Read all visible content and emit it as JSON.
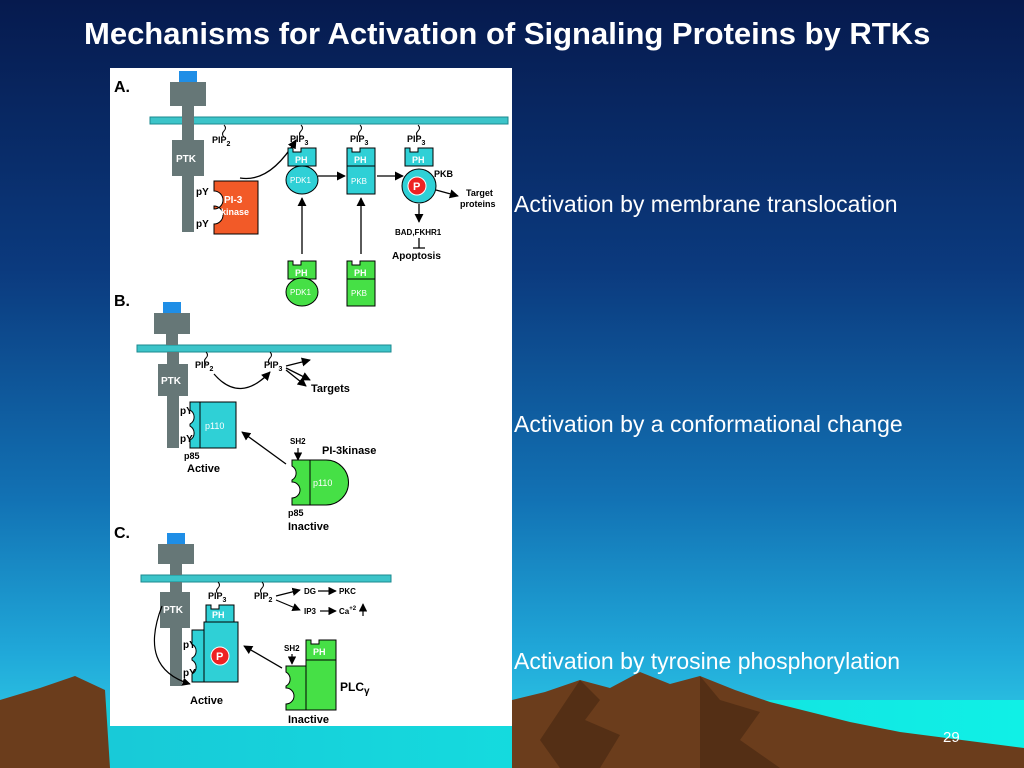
{
  "slide": {
    "title": "Mechanisms for Activation of Signaling Proteins by RTKs",
    "page_number": "29"
  },
  "captions": {
    "a": "Activation by membrane translocation",
    "b": "Activation by a conformational change",
    "c": "Activation by tyrosine phosphorylation"
  },
  "colors": {
    "background_top": "#061a4e",
    "background_mid": "#0f5a9a",
    "background_low": "#1aa7d8",
    "membrane": "#3cc4c9",
    "receptor": "#667777",
    "ligand": "#1f8ee6",
    "cyan_protein": "#2fd0d6",
    "green_protein": "#46e046",
    "pi3_kinase": "#f25a28",
    "phospho": "#ee2222",
    "mountain": "#6b3d1c"
  },
  "diagram": {
    "panel_a": {
      "label": "A.",
      "ptk": "PTK",
      "py": "pY",
      "pi3_kinase_line1": "PI-3",
      "pi3_kinase_line2": "kinase",
      "pip2": "PIP",
      "pip2_sub": "2",
      "pip3": "PIP",
      "pip3_sub": "3",
      "ph": "PH",
      "pdk1": "PDK1",
      "pkb": "PKB",
      "p": "P",
      "pkb_label": "PKB",
      "target_line1": "Target",
      "target_line2": "proteins",
      "bad": "BAD,FKHR1",
      "apoptosis": "Apoptosis"
    },
    "panel_b": {
      "label": "B.",
      "ptk": "PTK",
      "py": "pY",
      "pip2": "PIP",
      "pip2_sub": "2",
      "pip3": "PIP",
      "pip3_sub": "3",
      "targets": "Targets",
      "p110": "p110",
      "p85": "p85",
      "active": "Active",
      "sh2": "SH2",
      "pi3kinase": "PI-3kinase",
      "inactive": "Inactive"
    },
    "panel_c": {
      "label": "C.",
      "ptk": "PTK",
      "py": "pY",
      "pip3": "PIP",
      "pip3_sub": "3",
      "pip2": "PIP",
      "pip2_sub": "2",
      "ph": "PH",
      "p": "P",
      "dg": "DG",
      "pkc": "PKC",
      "ip3": "IP3",
      "ca": "Ca",
      "ca_sup": "+2",
      "sh2": "SH2",
      "plc": "PLC",
      "gamma": "γ",
      "active": "Active",
      "inactive": "Inactive"
    }
  }
}
